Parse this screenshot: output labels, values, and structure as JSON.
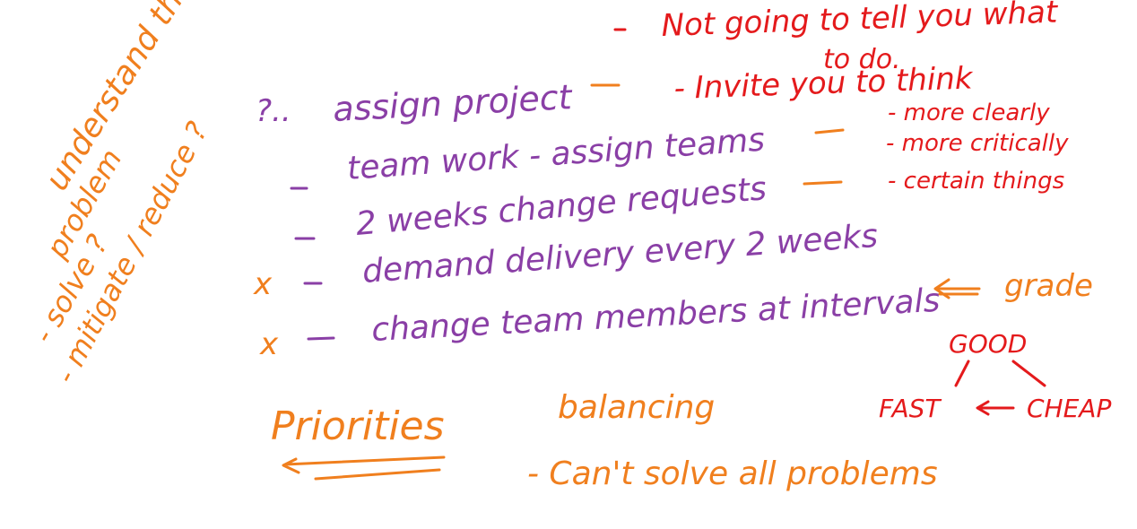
{
  "colors": {
    "purple": "#8a3fa6",
    "orange": "#f07f1e",
    "red": "#e41a1c"
  },
  "purple_notes": {
    "assign_project": "assign project",
    "team_work": "team work - assign teams",
    "two_weeks": "2 weeks change requests",
    "demand_delivery": "demand delivery every 2 weeks",
    "change_team": "change team members at intervals",
    "dash_ellipsis": "?.."
  },
  "orange_notes": {
    "understand": "understand the",
    "problem": "problem",
    "solve": "- solve ?",
    "mitigate": "- mitigate / reduce ?",
    "x1": "x",
    "x2": "x",
    "grade": "grade",
    "priorities": "Priorities",
    "balancing": "balancing",
    "cant_solve": "- Can't solve all problems"
  },
  "red_notes": {
    "not_going": "Not going to tell you what",
    "to_do": "to do.",
    "invite": "- Invite you to think",
    "more_clearly": "- more clearly",
    "more_critically": "- more critically",
    "certain_things": "- certain things",
    "good": "GOOD",
    "fast": "FAST",
    "cheap": "CHEAP"
  }
}
